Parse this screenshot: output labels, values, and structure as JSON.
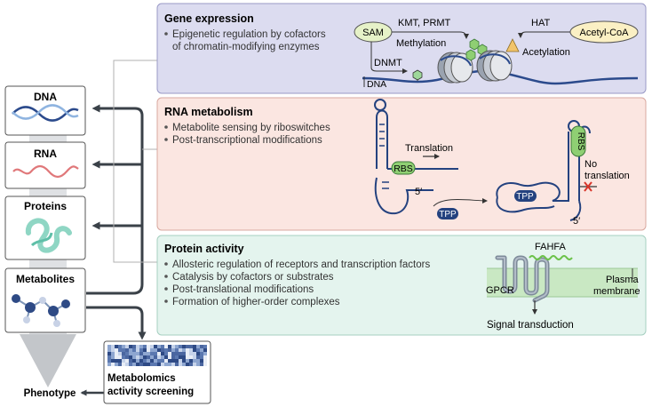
{
  "left_column": {
    "dna_label": "DNA",
    "rna_label": "RNA",
    "proteins_label": "Proteins",
    "metabolites_label": "Metabolites",
    "phenotype_label": "Phenotype",
    "screening_label_line1": "Metabolomics",
    "screening_label_line2": "activity screening"
  },
  "gene_expression": {
    "title": "Gene expression",
    "bullet1_line1": "Epigenetic regulation by cofactors",
    "bullet1_line2": "of chromatin-modifying enzymes",
    "sam": "SAM",
    "kmt_prmt": "KMT, PRMT",
    "methylation": "Methylation",
    "dnmt": "DNMT",
    "dna": "DNA",
    "hat": "HAT",
    "acetyl_coa": "Acetyl-CoA",
    "acetylation": "Acetylation"
  },
  "rna_metabolism": {
    "title": "RNA metabolism",
    "bullet1": "Metabolite sensing by riboswitches",
    "bullet2": "Post-transcriptional modifications",
    "translation": "Translation",
    "rbs": "RBS",
    "five_prime": "5′",
    "tpp": "TPP",
    "no_translation_line1": "No",
    "no_translation_line2": "translation"
  },
  "protein_activity": {
    "title": "Protein activity",
    "bullet1": "Allosteric regulation of receptors and transcription factors",
    "bullet2": "Catalysis by cofactors or substrates",
    "bullet3": "Post-translational modifications",
    "bullet4": "Formation of higher-order complexes",
    "fahfa": "FAHFA",
    "gpcr": "GPCR",
    "plasma": "Plasma",
    "membrane": "membrane",
    "signal": "Signal transduction"
  },
  "colors": {
    "gene_panel": "#dcdcf0",
    "rna_panel": "#fbe6e1",
    "protein_panel": "#e4f4ee",
    "arrow": "#3a4148",
    "dna_blue": "#2b4a8c",
    "rbs_green": "#8fcf73",
    "tpp_blue": "#24427f"
  }
}
